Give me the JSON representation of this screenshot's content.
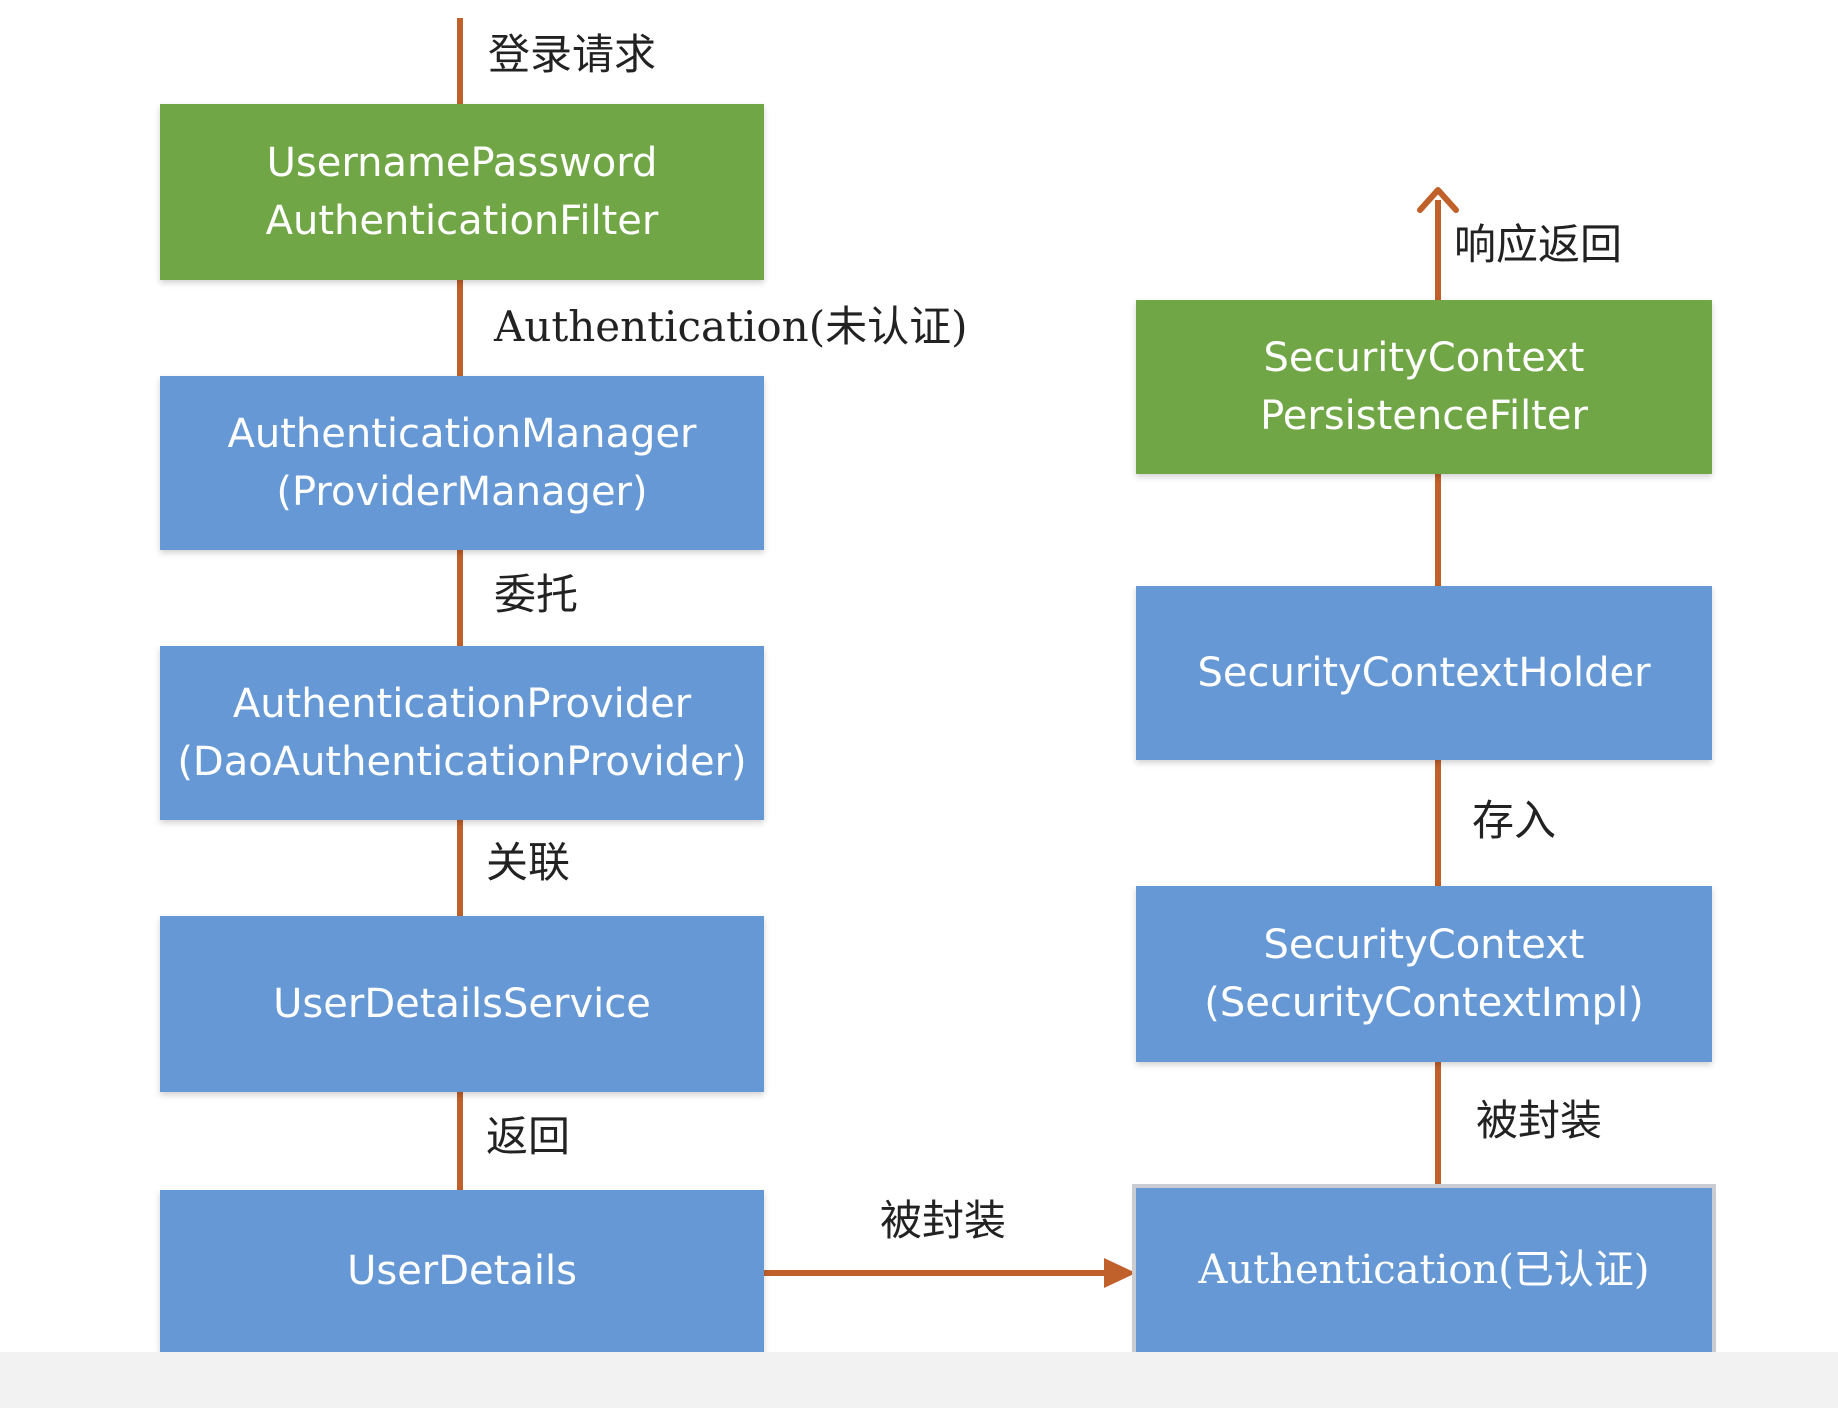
{
  "colors": {
    "green_node": "#71a646",
    "blue_node": "#6598d4",
    "edge": "#c0602a",
    "label_text": "#222222",
    "node_text": "#ffffff"
  },
  "left_column": {
    "incoming_label": "登录请求",
    "nodes": [
      {
        "line1": "UsernamePassword",
        "line2": "AuthenticationFilter"
      },
      {
        "line1": "AuthenticationManager",
        "line2": "(ProviderManager)"
      },
      {
        "line1": "AuthenticationProvider",
        "line2": "(DaoAuthenticationProvider)"
      },
      {
        "line1": "UserDetailsService"
      },
      {
        "line1": "UserDetails"
      }
    ],
    "edge_labels": [
      "Authentication(未认证)",
      "委托",
      "关联",
      "返回"
    ]
  },
  "cross_edge_label": "被封装",
  "right_column": {
    "outgoing_label": "响应返回",
    "nodes": [
      {
        "line1": "SecurityContext",
        "line2": "PersistenceFilter"
      },
      {
        "line1": "SecurityContextHolder"
      },
      {
        "line1": "SecurityContext",
        "line2": "(SecurityContextImpl)"
      },
      {
        "line1": "Authentication(已认证)"
      }
    ],
    "edge_labels": [
      "存入",
      "被封装"
    ]
  }
}
